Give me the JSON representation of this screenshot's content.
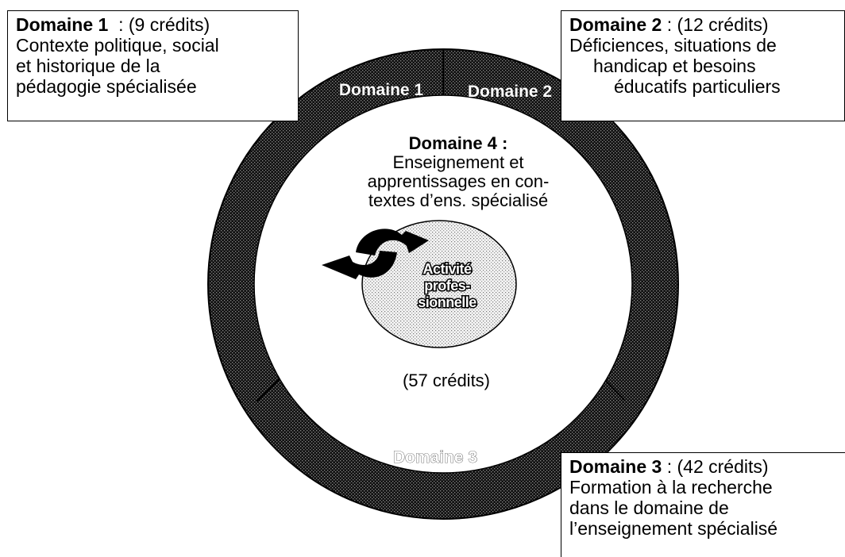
{
  "ring": {
    "domaine1": "Domaine 1",
    "domaine2": "Domaine 2",
    "domaine3": "Domaine 3"
  },
  "center": {
    "title": "Domaine 4 :",
    "line1": "Enseignement et",
    "line2": "apprentissages en con-",
    "line3": "textes d’ens. spécialisé",
    "credits": "(57 crédits)"
  },
  "activity": {
    "line1": "Activité",
    "line2": "profes-",
    "line3": "sionnelle"
  },
  "boxes": {
    "box1": {
      "title": "Domaine 1",
      "credits": "  : (9 crédits)",
      "line1": "Contexte politique, social",
      "line2": "et historique de la",
      "line3": "pédagogie spécialisée"
    },
    "box2": {
      "title": "Domaine 2",
      "credits": " : (12 crédits)",
      "line1": "Déficiences, situations de",
      "line2": "handicap et besoins",
      "line3": "éducatifs particuliers"
    },
    "box3": {
      "title": "Domaine 3",
      "credits": " : (42 crédits)",
      "line1": "Formation à la recherche",
      "line2": "dans le domaine de",
      "line3": "l’enseignement spécialisé"
    }
  },
  "colors": {
    "ring_dark": "#1a1a1a",
    "ring_dot": "#8a8a8a",
    "inner_fill": "#e6e6e6",
    "text": "#000000"
  }
}
